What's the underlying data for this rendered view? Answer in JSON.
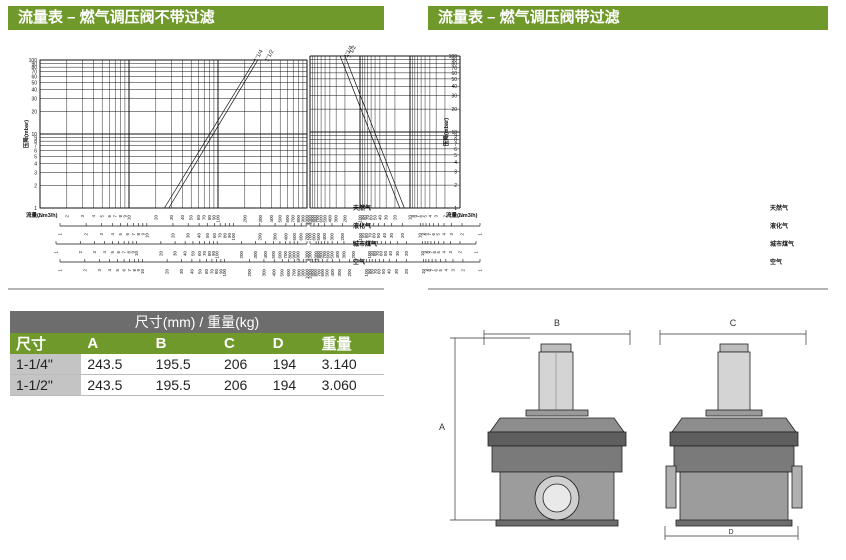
{
  "left_panel": {
    "title": "流量表 – 燃气调压阀不带过滤"
  },
  "right_panel": {
    "title": "流量表 – 燃气调压阀带过滤"
  },
  "chart_common": {
    "ylabel": "压降(mbar)",
    "xlabel": "流量(Nm3/h)",
    "scale": "log-log",
    "y_ticks": [
      "1",
      "2",
      "3",
      "4",
      "5",
      "6",
      "7",
      "8",
      "9",
      "10",
      "20",
      "30",
      "40",
      "50",
      "60",
      "70",
      "80",
      "90",
      "100"
    ],
    "scale_names": [
      "天然气",
      "液化气",
      "城市煤气",
      "空气"
    ]
  },
  "chart_data": [
    {
      "type": "line",
      "xlabel": "流量(Nm3/h)",
      "ylabel": "压降(mbar)",
      "ylim": [
        1,
        100
      ],
      "axis_scale": "log",
      "series": [
        {
          "name": "1\"1/4",
          "points": [
            [
              25,
              1
            ],
            [
              260,
              100
            ]
          ]
        },
        {
          "name": "1\"1/2",
          "points": [
            [
              28,
              1
            ],
            [
              280,
              100
            ]
          ]
        }
      ],
      "gas_scales": [
        {
          "name": "天然气",
          "ticks": [
            "1",
            "2",
            "3",
            "4",
            "5",
            "6",
            "7",
            "8",
            "9",
            "10",
            "20",
            "30",
            "40",
            "50",
            "60",
            "70",
            "80",
            "90",
            "100",
            "200",
            "300",
            "400",
            "500",
            "600",
            "700",
            "800",
            "900",
            "1000"
          ]
        },
        {
          "name": "液化气",
          "ticks": [
            "1",
            "2",
            "3",
            "4",
            "5",
            "6",
            "7",
            "8",
            "9",
            "10",
            "20",
            "30",
            "40",
            "50",
            "60",
            "70",
            "80",
            "90",
            "100",
            "200",
            "300",
            "400",
            "500",
            "600",
            "700"
          ]
        },
        {
          "name": "城市煤气",
          "ticks": [
            "1",
            "2",
            "3",
            "4",
            "5",
            "6",
            "7",
            "8",
            "9",
            "10",
            "20",
            "30",
            "40",
            "50",
            "60",
            "70",
            "80",
            "90",
            "100",
            "200",
            "300",
            "400",
            "500",
            "600",
            "700",
            "800",
            "900",
            "1000",
            "1300"
          ]
        },
        {
          "name": "空气",
          "ticks": [
            "1",
            "2",
            "3",
            "4",
            "5",
            "6",
            "7",
            "8",
            "9",
            "10",
            "20",
            "30",
            "40",
            "50",
            "60",
            "70",
            "80",
            "90",
            "100",
            "200",
            "300",
            "400",
            "500",
            "600",
            "700",
            "800",
            "900",
            "1000"
          ]
        }
      ]
    },
    {
      "type": "line",
      "xlabel": "流量(Nm3/h)",
      "ylabel": "压降(mbar)",
      "ylim": [
        1,
        100
      ],
      "axis_scale": "log",
      "series": [
        {
          "name": "1\"1/4",
          "points": [
            [
              13,
              1
            ],
            [
              200,
              100
            ]
          ]
        },
        {
          "name": "1\"1/2",
          "points": [
            [
              16,
              1
            ],
            [
              250,
              100
            ]
          ]
        }
      ],
      "gas_scales": [
        {
          "name": "天然气",
          "ticks": [
            "1",
            "2",
            "3",
            "4",
            "5",
            "6",
            "7",
            "8",
            "9",
            "10",
            "20",
            "30",
            "40",
            "50",
            "60",
            "70",
            "80",
            "90",
            "100",
            "200",
            "300",
            "400",
            "500",
            "600",
            "700",
            "800",
            "900",
            "1000"
          ]
        },
        {
          "name": "液化气",
          "ticks": [
            "1",
            "2",
            "3",
            "4",
            "5",
            "6",
            "7",
            "8",
            "9",
            "10",
            "20",
            "30",
            "40",
            "50",
            "60",
            "70",
            "80",
            "90",
            "100",
            "200",
            "300",
            "400",
            "500",
            "600",
            "700"
          ]
        },
        {
          "name": "城市煤气",
          "ticks": [
            "1",
            "2",
            "3",
            "4",
            "5",
            "6",
            "7",
            "8",
            "9",
            "10",
            "20",
            "30",
            "40",
            "50",
            "60",
            "70",
            "80",
            "90",
            "100",
            "200",
            "300",
            "400",
            "500",
            "600",
            "700",
            "800",
            "900",
            "1000",
            "1300"
          ]
        },
        {
          "name": "空气",
          "ticks": [
            "1",
            "2",
            "3",
            "4",
            "5",
            "6",
            "7",
            "8",
            "9",
            "10",
            "20",
            "30",
            "40",
            "50",
            "60",
            "70",
            "80",
            "90",
            "100",
            "200",
            "300",
            "400",
            "500",
            "600",
            "700",
            "800",
            "900",
            "1000"
          ]
        }
      ]
    }
  ],
  "dimensions": {
    "caption": "尺寸(mm) /  重量(kg)",
    "headers": [
      "尺寸",
      "A",
      "B",
      "C",
      "D",
      "重量"
    ],
    "rows": [
      [
        "1-1/4\"",
        "243.5",
        "195.5",
        "206",
        "194",
        "3.140"
      ],
      [
        "1-1/2\"",
        "243.5",
        "195.5",
        "206",
        "194",
        "3.060"
      ]
    ]
  },
  "drawing": {
    "label_a": "A",
    "label_b": "B",
    "label_c": "C",
    "label_d": "D"
  }
}
